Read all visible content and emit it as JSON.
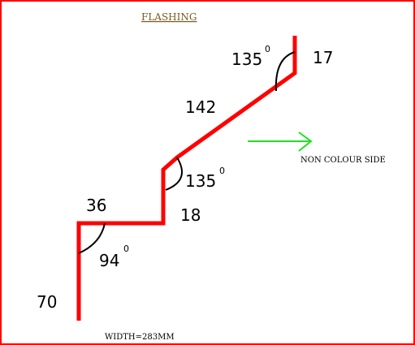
{
  "title": "FLASHING",
  "profile": {
    "color": "#ff0000",
    "segments": [
      {
        "label": "70"
      },
      {
        "label": "36"
      },
      {
        "label": "18"
      },
      {
        "label": "142"
      },
      {
        "label": "17"
      }
    ]
  },
  "angles": [
    {
      "value": "94",
      "unit": "0"
    },
    {
      "value": "135",
      "unit": "0"
    },
    {
      "value": "135",
      "unit": "0"
    }
  ],
  "side": {
    "label": "NON COLOUR SIDE",
    "arrow_color": "#22e022",
    "arrow_icon": "right-arrow-icon"
  },
  "width_label": "WIDTH=283MM",
  "frame_color": "#ff0000"
}
